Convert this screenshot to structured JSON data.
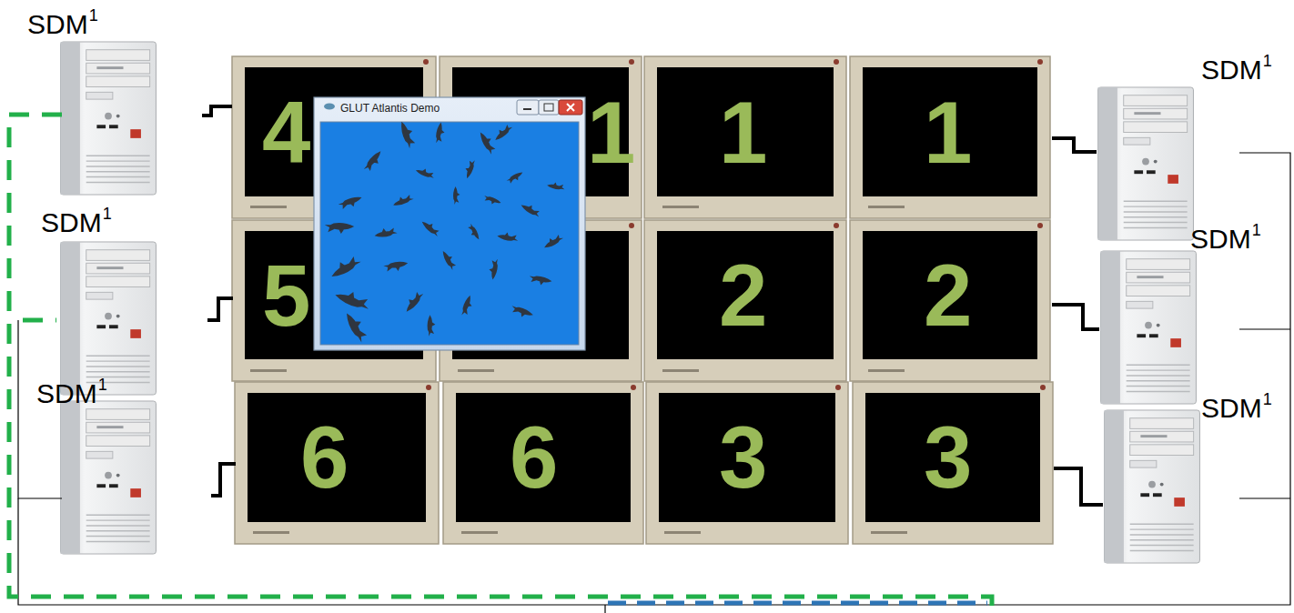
{
  "diagram": {
    "labels": [
      "SDM",
      "1",
      "SDM",
      "1",
      "SDM",
      "1",
      "SDM",
      "1",
      "SDM",
      "1",
      "SDM",
      "1",
      "4",
      "1",
      "1",
      "1",
      "5",
      "2",
      "2",
      "6",
      "6",
      "3",
      "3",
      "GLUT Atlantis Demo"
    ]
  }
}
